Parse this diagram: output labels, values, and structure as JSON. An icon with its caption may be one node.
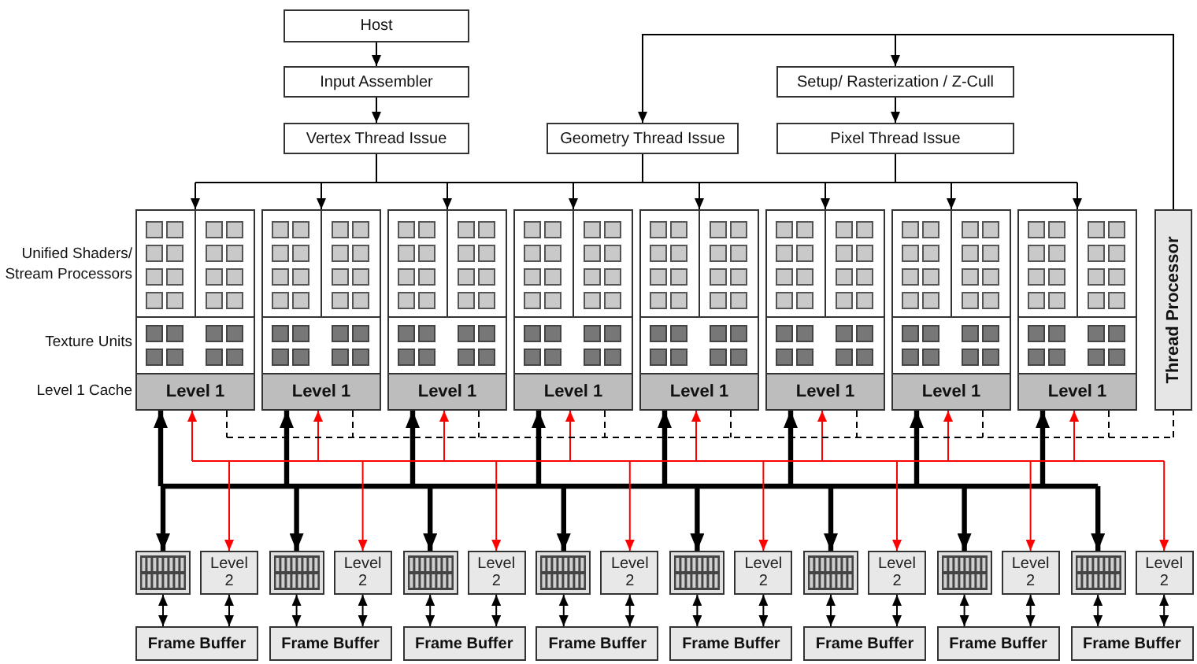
{
  "diagram": {
    "nodes": [
      {
        "text": [
          "Host"
        ]
      },
      {
        "text": [
          "Input Assembler"
        ]
      },
      {
        "text": [
          "Vertex Thread Issue"
        ]
      },
      {
        "text": [
          "Geometry Thread Issue"
        ]
      },
      {
        "text": [
          "Setup/ Rasterization / Z-Cull"
        ]
      },
      {
        "text": [
          "Pixel Thread Issue"
        ]
      },
      {
        "text": [],
        "shape": "box"
      },
      {
        "text": [
          "Level 1"
        ],
        "in": 6
      },
      {
        "text": [],
        "shape": "box"
      },
      {
        "text": [
          "Level 1"
        ],
        "in": 8
      },
      {
        "text": [],
        "shape": "box"
      },
      {
        "text": [
          "Level 1"
        ],
        "in": 10
      },
      {
        "text": [],
        "shape": "box"
      },
      {
        "text": [
          "Level 1"
        ],
        "in": 12
      },
      {
        "text": [],
        "shape": "box"
      },
      {
        "text": [
          "Level 1"
        ],
        "in": 14
      },
      {
        "text": [],
        "shape": "box"
      },
      {
        "text": [
          "Level 1"
        ],
        "in": 16
      },
      {
        "text": [],
        "shape": "box"
      },
      {
        "text": [
          "Level 1"
        ],
        "in": 18
      },
      {
        "text": [],
        "shape": "box"
      },
      {
        "text": [
          "Level 1"
        ],
        "in": 20
      },
      {
        "text": [
          "Thread Processor"
        ]
      },
      {
        "text": [],
        "shape": "box"
      },
      {
        "text": [
          "Level 2"
        ]
      },
      {
        "text": [],
        "shape": "box"
      },
      {
        "text": [
          "Level 2"
        ]
      },
      {
        "text": [],
        "shape": "box"
      },
      {
        "text": [
          "Level 2"
        ]
      },
      {
        "text": [],
        "shape": "box"
      },
      {
        "text": [
          "Level 2"
        ]
      },
      {
        "text": [],
        "shape": "box"
      },
      {
        "text": [
          "Level 2"
        ]
      },
      {
        "text": [],
        "shape": "box"
      },
      {
        "text": [
          "Level 2"
        ]
      },
      {
        "text": [],
        "shape": "box"
      },
      {
        "text": [
          "Level 2"
        ]
      },
      {
        "text": [],
        "shape": "box"
      },
      {
        "text": [
          "Level 2"
        ]
      },
      {
        "text": [
          "Frame Buffer"
        ]
      },
      {
        "text": [
          "Frame Buffer"
        ]
      },
      {
        "text": [
          "Frame Buffer"
        ]
      },
      {
        "text": [
          "Frame Buffer"
        ]
      },
      {
        "text": [
          "Frame Buffer"
        ]
      },
      {
        "text": [
          "Frame Buffer"
        ]
      },
      {
        "text": [
          "Frame Buffer"
        ]
      },
      {
        "text": [
          "Frame Buffer"
        ]
      }
    ],
    "edges": [
      {
        "from": 0,
        "to": 1,
        "arrow": "to"
      },
      {
        "from": 1,
        "to": 2,
        "arrow": "to"
      },
      {
        "from": 22,
        "to": 3,
        "arrow": "to"
      },
      {
        "from": 22,
        "to": 4,
        "arrow": "to"
      },
      {
        "from": 4,
        "to": 5,
        "arrow": "to"
      },
      {
        "from": 2,
        "to": 6,
        "arrow": "to"
      },
      {
        "from": 2,
        "to": 8,
        "arrow": "to"
      },
      {
        "from": 2,
        "to": 10,
        "arrow": "to"
      },
      {
        "from": 2,
        "to": 12,
        "arrow": "to"
      },
      {
        "from": 2,
        "to": 14,
        "arrow": "to"
      },
      {
        "from": 2,
        "to": 16,
        "arrow": "to"
      },
      {
        "from": 2,
        "to": 18,
        "arrow": "to"
      },
      {
        "from": 2,
        "to": 20,
        "arrow": "to"
      },
      {
        "from": 3,
        "to": 6,
        "arrow": "to"
      },
      {
        "from": 3,
        "to": 8,
        "arrow": "to"
      },
      {
        "from": 3,
        "to": 10,
        "arrow": "to"
      },
      {
        "from": 3,
        "to": 12,
        "arrow": "to"
      },
      {
        "from": 3,
        "to": 14,
        "arrow": "to"
      },
      {
        "from": 3,
        "to": 16,
        "arrow": "to"
      },
      {
        "from": 3,
        "to": 18,
        "arrow": "to"
      },
      {
        "from": 3,
        "to": 20,
        "arrow": "to"
      },
      {
        "from": 5,
        "to": 6,
        "arrow": "to"
      },
      {
        "from": 5,
        "to": 8,
        "arrow": "to"
      },
      {
        "from": 5,
        "to": 10,
        "arrow": "to"
      },
      {
        "from": 5,
        "to": 12,
        "arrow": "to"
      },
      {
        "from": 5,
        "to": 14,
        "arrow": "to"
      },
      {
        "from": 5,
        "to": 16,
        "arrow": "to"
      },
      {
        "from": 5,
        "to": 18,
        "arrow": "to"
      },
      {
        "from": 5,
        "to": 20,
        "arrow": "to"
      },
      {
        "from": 7,
        "to": 23,
        "arrow": "both",
        "style": "thick"
      },
      {
        "from": 7,
        "to": 25,
        "arrow": "both",
        "style": "thick"
      },
      {
        "from": 7,
        "to": 27,
        "arrow": "both",
        "style": "thick"
      },
      {
        "from": 7,
        "to": 29,
        "arrow": "both",
        "style": "thick"
      },
      {
        "from": 7,
        "to": 31,
        "arrow": "both",
        "style": "thick"
      },
      {
        "from": 7,
        "to": 33,
        "arrow": "both",
        "style": "thick"
      },
      {
        "from": 7,
        "to": 35,
        "arrow": "both",
        "style": "thick"
      },
      {
        "from": 7,
        "to": 37,
        "arrow": "both",
        "style": "thick"
      },
      {
        "from": 9,
        "to": 23,
        "arrow": "both",
        "style": "thick"
      },
      {
        "from": 9,
        "to": 25,
        "arrow": "both",
        "style": "thick"
      },
      {
        "from": 9,
        "to": 27,
        "arrow": "both",
        "style": "thick"
      },
      {
        "from": 9,
        "to": 29,
        "arrow": "both",
        "style": "thick"
      },
      {
        "from": 9,
        "to": 31,
        "arrow": "both",
        "style": "thick"
      },
      {
        "from": 9,
        "to": 33,
        "arrow": "both",
        "style": "thick"
      },
      {
        "from": 9,
        "to": 35,
        "arrow": "both",
        "style": "thick"
      },
      {
        "from": 9,
        "to": 37,
        "arrow": "both",
        "style": "thick"
      },
      {
        "from": 11,
        "to": 23,
        "arrow": "both",
        "style": "thick"
      },
      {
        "from": 11,
        "to": 25,
        "arrow": "both",
        "style": "thick"
      },
      {
        "from": 11,
        "to": 27,
        "arrow": "both",
        "style": "thick"
      },
      {
        "from": 11,
        "to": 29,
        "arrow": "both",
        "style": "thick"
      },
      {
        "from": 11,
        "to": 31,
        "arrow": "both",
        "style": "thick"
      },
      {
        "from": 11,
        "to": 33,
        "arrow": "both",
        "style": "thick"
      },
      {
        "from": 11,
        "to": 35,
        "arrow": "both",
        "style": "thick"
      },
      {
        "from": 11,
        "to": 37,
        "arrow": "both",
        "style": "thick"
      },
      {
        "from": 13,
        "to": 23,
        "arrow": "both",
        "style": "thick"
      },
      {
        "from": 13,
        "to": 25,
        "arrow": "both",
        "style": "thick"
      },
      {
        "from": 13,
        "to": 27,
        "arrow": "both",
        "style": "thick"
      },
      {
        "from": 13,
        "to": 29,
        "arrow": "both",
        "style": "thick"
      },
      {
        "from": 13,
        "to": 31,
        "arrow": "both",
        "style": "thick"
      },
      {
        "from": 13,
        "to": 33,
        "arrow": "both",
        "style": "thick"
      },
      {
        "from": 13,
        "to": 35,
        "arrow": "both",
        "style": "thick"
      },
      {
        "from": 13,
        "to": 37,
        "arrow": "both",
        "style": "thick"
      },
      {
        "from": 15,
        "to": 23,
        "arrow": "both",
        "style": "thick"
      },
      {
        "from": 15,
        "to": 25,
        "arrow": "both",
        "style": "thick"
      },
      {
        "from": 15,
        "to": 27,
        "arrow": "both",
        "style": "thick"
      },
      {
        "from": 15,
        "to": 29,
        "arrow": "both",
        "style": "thick"
      },
      {
        "from": 15,
        "to": 31,
        "arrow": "both",
        "style": "thick"
      },
      {
        "from": 15,
        "to": 33,
        "arrow": "both",
        "style": "thick"
      },
      {
        "from": 15,
        "to": 35,
        "arrow": "both",
        "style": "thick"
      },
      {
        "from": 15,
        "to": 37,
        "arrow": "both",
        "style": "thick"
      },
      {
        "from": 17,
        "to": 23,
        "arrow": "both",
        "style": "thick"
      },
      {
        "from": 17,
        "to": 25,
        "arrow": "both",
        "style": "thick"
      },
      {
        "from": 17,
        "to": 27,
        "arrow": "both",
        "style": "thick"
      },
      {
        "from": 17,
        "to": 29,
        "arrow": "both",
        "style": "thick"
      },
      {
        "from": 17,
        "to": 31,
        "arrow": "both",
        "style": "thick"
      },
      {
        "from": 17,
        "to": 33,
        "arrow": "both",
        "style": "thick"
      },
      {
        "from": 17,
        "to": 35,
        "arrow": "both",
        "style": "thick"
      },
      {
        "from": 17,
        "to": 37,
        "arrow": "both",
        "style": "thick"
      },
      {
        "from": 19,
        "to": 23,
        "arrow": "both",
        "style": "thick"
      },
      {
        "from": 19,
        "to": 25,
        "arrow": "both",
        "style": "thick"
      },
      {
        "from": 19,
        "to": 27,
        "arrow": "both",
        "style": "thick"
      },
      {
        "from": 19,
        "to": 29,
        "arrow": "both",
        "style": "thick"
      },
      {
        "from": 19,
        "to": 31,
        "arrow": "both",
        "style": "thick"
      },
      {
        "from": 19,
        "to": 33,
        "arrow": "both",
        "style": "thick"
      },
      {
        "from": 19,
        "to": 35,
        "arrow": "both",
        "style": "thick"
      },
      {
        "from": 19,
        "to": 37,
        "arrow": "both",
        "style": "thick"
      },
      {
        "from": 21,
        "to": 23,
        "arrow": "both",
        "style": "thick"
      },
      {
        "from": 21,
        "to": 25,
        "arrow": "both",
        "style": "thick"
      },
      {
        "from": 21,
        "to": 27,
        "arrow": "both",
        "style": "thick"
      },
      {
        "from": 21,
        "to": 29,
        "arrow": "both",
        "style": "thick"
      },
      {
        "from": 21,
        "to": 31,
        "arrow": "both",
        "style": "thick"
      },
      {
        "from": 21,
        "to": 33,
        "arrow": "both",
        "style": "thick"
      },
      {
        "from": 21,
        "to": 35,
        "arrow": "both",
        "style": "thick"
      },
      {
        "from": 21,
        "to": 37,
        "arrow": "both",
        "style": "thick"
      },
      {
        "from": 7,
        "to": 24,
        "arrow": "both",
        "color": "#ff0000"
      },
      {
        "from": 7,
        "to": 26,
        "arrow": "both",
        "color": "#ff0000"
      },
      {
        "from": 7,
        "to": 28,
        "arrow": "both",
        "color": "#ff0000"
      },
      {
        "from": 7,
        "to": 30,
        "arrow": "both",
        "color": "#ff0000"
      },
      {
        "from": 7,
        "to": 32,
        "arrow": "both",
        "color": "#ff0000"
      },
      {
        "from": 7,
        "to": 34,
        "arrow": "both",
        "color": "#ff0000"
      },
      {
        "from": 7,
        "to": 36,
        "arrow": "both",
        "color": "#ff0000"
      },
      {
        "from": 7,
        "to": 38,
        "arrow": "both",
        "color": "#ff0000"
      },
      {
        "from": 9,
        "to": 24,
        "arrow": "both",
        "color": "#ff0000"
      },
      {
        "from": 9,
        "to": 26,
        "arrow": "both",
        "color": "#ff0000"
      },
      {
        "from": 9,
        "to": 28,
        "arrow": "both",
        "color": "#ff0000"
      },
      {
        "from": 9,
        "to": 30,
        "arrow": "both",
        "color": "#ff0000"
      },
      {
        "from": 9,
        "to": 32,
        "arrow": "both",
        "color": "#ff0000"
      },
      {
        "from": 9,
        "to": 34,
        "arrow": "both",
        "color": "#ff0000"
      },
      {
        "from": 9,
        "to": 36,
        "arrow": "both",
        "color": "#ff0000"
      },
      {
        "from": 9,
        "to": 38,
        "arrow": "both",
        "color": "#ff0000"
      },
      {
        "from": 11,
        "to": 24,
        "arrow": "both",
        "color": "#ff0000"
      },
      {
        "from": 11,
        "to": 26,
        "arrow": "both",
        "color": "#ff0000"
      },
      {
        "from": 11,
        "to": 28,
        "arrow": "both",
        "color": "#ff0000"
      },
      {
        "from": 11,
        "to": 30,
        "arrow": "both",
        "color": "#ff0000"
      },
      {
        "from": 11,
        "to": 32,
        "arrow": "both",
        "color": "#ff0000"
      },
      {
        "from": 11,
        "to": 34,
        "arrow": "both",
        "color": "#ff0000"
      },
      {
        "from": 11,
        "to": 36,
        "arrow": "both",
        "color": "#ff0000"
      },
      {
        "from": 11,
        "to": 38,
        "arrow": "both",
        "color": "#ff0000"
      },
      {
        "from": 13,
        "to": 24,
        "arrow": "both",
        "color": "#ff0000"
      },
      {
        "from": 13,
        "to": 26,
        "arrow": "both",
        "color": "#ff0000"
      },
      {
        "from": 13,
        "to": 28,
        "arrow": "both",
        "color": "#ff0000"
      },
      {
        "from": 13,
        "to": 30,
        "arrow": "both",
        "color": "#ff0000"
      },
      {
        "from": 13,
        "to": 32,
        "arrow": "both",
        "color": "#ff0000"
      },
      {
        "from": 13,
        "to": 34,
        "arrow": "both",
        "color": "#ff0000"
      },
      {
        "from": 13,
        "to": 36,
        "arrow": "both",
        "color": "#ff0000"
      },
      {
        "from": 13,
        "to": 38,
        "arrow": "both",
        "color": "#ff0000"
      },
      {
        "from": 15,
        "to": 24,
        "arrow": "both",
        "color": "#ff0000"
      },
      {
        "from": 15,
        "to": 26,
        "arrow": "both",
        "color": "#ff0000"
      },
      {
        "from": 15,
        "to": 28,
        "arrow": "both",
        "color": "#ff0000"
      },
      {
        "from": 15,
        "to": 30,
        "arrow": "both",
        "color": "#ff0000"
      },
      {
        "from": 15,
        "to": 32,
        "arrow": "both",
        "color": "#ff0000"
      },
      {
        "from": 15,
        "to": 34,
        "arrow": "both",
        "color": "#ff0000"
      },
      {
        "from": 15,
        "to": 36,
        "arrow": "both",
        "color": "#ff0000"
      },
      {
        "from": 15,
        "to": 38,
        "arrow": "both",
        "color": "#ff0000"
      },
      {
        "from": 17,
        "to": 24,
        "arrow": "both",
        "color": "#ff0000"
      },
      {
        "from": 17,
        "to": 26,
        "arrow": "both",
        "color": "#ff0000"
      },
      {
        "from": 17,
        "to": 28,
        "arrow": "both",
        "color": "#ff0000"
      },
      {
        "from": 17,
        "to": 30,
        "arrow": "both",
        "color": "#ff0000"
      },
      {
        "from": 17,
        "to": 32,
        "arrow": "both",
        "color": "#ff0000"
      },
      {
        "from": 17,
        "to": 34,
        "arrow": "both",
        "color": "#ff0000"
      },
      {
        "from": 17,
        "to": 36,
        "arrow": "both",
        "color": "#ff0000"
      },
      {
        "from": 17,
        "to": 38,
        "arrow": "both",
        "color": "#ff0000"
      },
      {
        "from": 19,
        "to": 24,
        "arrow": "both",
        "color": "#ff0000"
      },
      {
        "from": 19,
        "to": 26,
        "arrow": "both",
        "color": "#ff0000"
      },
      {
        "from": 19,
        "to": 28,
        "arrow": "both",
        "color": "#ff0000"
      },
      {
        "from": 19,
        "to": 30,
        "arrow": "both",
        "color": "#ff0000"
      },
      {
        "from": 19,
        "to": 32,
        "arrow": "both",
        "color": "#ff0000"
      },
      {
        "from": 19,
        "to": 34,
        "arrow": "both",
        "color": "#ff0000"
      },
      {
        "from": 19,
        "to": 36,
        "arrow": "both",
        "color": "#ff0000"
      },
      {
        "from": 19,
        "to": 38,
        "arrow": "both",
        "color": "#ff0000"
      },
      {
        "from": 21,
        "to": 24,
        "arrow": "both",
        "color": "#ff0000"
      },
      {
        "from": 21,
        "to": 26,
        "arrow": "both",
        "color": "#ff0000"
      },
      {
        "from": 21,
        "to": 28,
        "arrow": "both",
        "color": "#ff0000"
      },
      {
        "from": 21,
        "to": 30,
        "arrow": "both",
        "color": "#ff0000"
      },
      {
        "from": 21,
        "to": 32,
        "arrow": "both",
        "color": "#ff0000"
      },
      {
        "from": 21,
        "to": 34,
        "arrow": "both",
        "color": "#ff0000"
      },
      {
        "from": 21,
        "to": 36,
        "arrow": "both",
        "color": "#ff0000"
      },
      {
        "from": 21,
        "to": 38,
        "arrow": "both",
        "color": "#ff0000"
      },
      {
        "from": 7,
        "to": 22,
        "arrow": "none",
        "style": "dashed"
      },
      {
        "from": 9,
        "to": 22,
        "arrow": "none",
        "style": "dashed"
      },
      {
        "from": 11,
        "to": 22,
        "arrow": "none",
        "style": "dashed"
      },
      {
        "from": 13,
        "to": 22,
        "arrow": "none",
        "style": "dashed"
      },
      {
        "from": 15,
        "to": 22,
        "arrow": "none",
        "style": "dashed"
      },
      {
        "from": 17,
        "to": 22,
        "arrow": "none",
        "style": "dashed"
      },
      {
        "from": 19,
        "to": 22,
        "arrow": "none",
        "style": "dashed"
      },
      {
        "from": 21,
        "to": 22,
        "arrow": "none",
        "style": "dashed"
      },
      {
        "from": 23,
        "to": 39,
        "arrow": "both"
      },
      {
        "from": 24,
        "to": 39,
        "arrow": "both"
      },
      {
        "from": 25,
        "to": 40,
        "arrow": "both"
      },
      {
        "from": 26,
        "to": 40,
        "arrow": "both"
      },
      {
        "from": 27,
        "to": 41,
        "arrow": "both"
      },
      {
        "from": 28,
        "to": 41,
        "arrow": "both"
      },
      {
        "from": 29,
        "to": 42,
        "arrow": "both"
      },
      {
        "from": 30,
        "to": 42,
        "arrow": "both"
      },
      {
        "from": 31,
        "to": 43,
        "arrow": "both"
      },
      {
        "from": 32,
        "to": 43,
        "arrow": "both"
      },
      {
        "from": 33,
        "to": 44,
        "arrow": "both"
      },
      {
        "from": 34,
        "to": 44,
        "arrow": "both"
      },
      {
        "from": 35,
        "to": 45,
        "arrow": "both"
      },
      {
        "from": 36,
        "to": 45,
        "arrow": "both"
      },
      {
        "from": 37,
        "to": 46,
        "arrow": "both"
      },
      {
        "from": 38,
        "to": 46,
        "arrow": "both"
      }
    ],
    "labels": [
      "Unified Shaders/ Stream Processors",
      "Texture Units",
      "Level 1 Cache"
    ]
  }
}
